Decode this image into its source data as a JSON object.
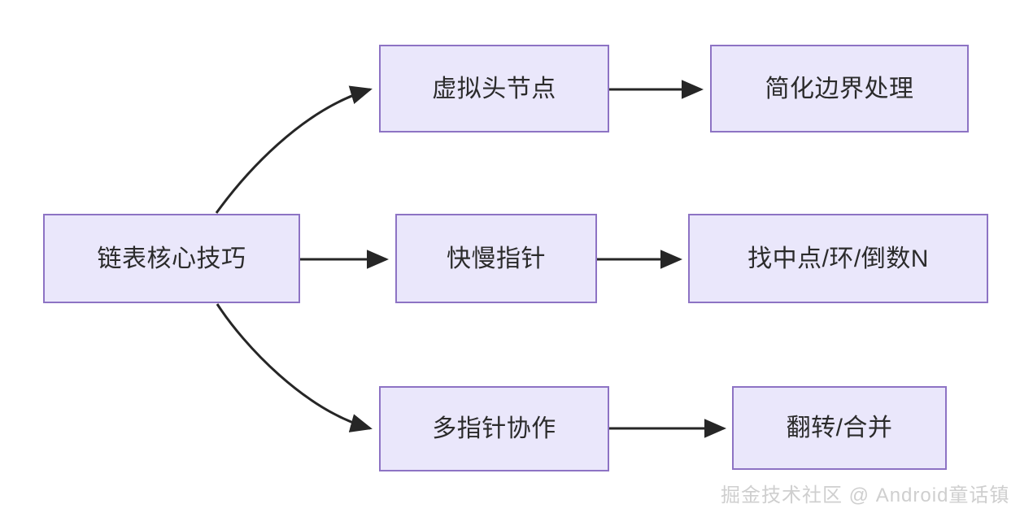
{
  "diagram": {
    "title": "链表核心技巧",
    "type": "flowchart",
    "direction": "left-to-right",
    "colors": {
      "node_fill": "#eae7fb",
      "node_border": "#8d73c4",
      "edge": "#262626",
      "text": "#2b2b2b",
      "background": "#ffffff",
      "watermark": "#cfcfcf"
    },
    "nodes": [
      {
        "id": "root",
        "label": "链表核心技巧",
        "column": 1,
        "row": 2
      },
      {
        "id": "dummy-head",
        "label": "虚拟头节点",
        "column": 2,
        "row": 1
      },
      {
        "id": "simplify",
        "label": "简化边界处理",
        "column": 3,
        "row": 1
      },
      {
        "id": "fast-slow",
        "label": "快慢指针",
        "column": 2,
        "row": 2
      },
      {
        "id": "find",
        "label": "找中点/环/倒数N",
        "column": 3,
        "row": 2
      },
      {
        "id": "multi-pointer",
        "label": "多指针协作",
        "column": 2,
        "row": 3
      },
      {
        "id": "reverse-merge",
        "label": "翻转/合并",
        "column": 3,
        "row": 3
      }
    ],
    "edges": [
      {
        "from": "root",
        "to": "dummy-head",
        "style": "curved",
        "label": ""
      },
      {
        "from": "root",
        "to": "fast-slow",
        "style": "straight",
        "label": ""
      },
      {
        "from": "root",
        "to": "multi-pointer",
        "style": "curved",
        "label": ""
      },
      {
        "from": "dummy-head",
        "to": "simplify",
        "style": "straight",
        "label": ""
      },
      {
        "from": "fast-slow",
        "to": "find",
        "style": "straight",
        "label": ""
      },
      {
        "from": "multi-pointer",
        "to": "reverse-merge",
        "style": "straight",
        "label": ""
      }
    ]
  },
  "watermark": {
    "text": "掘金技术社区 @ Android童话镇"
  }
}
